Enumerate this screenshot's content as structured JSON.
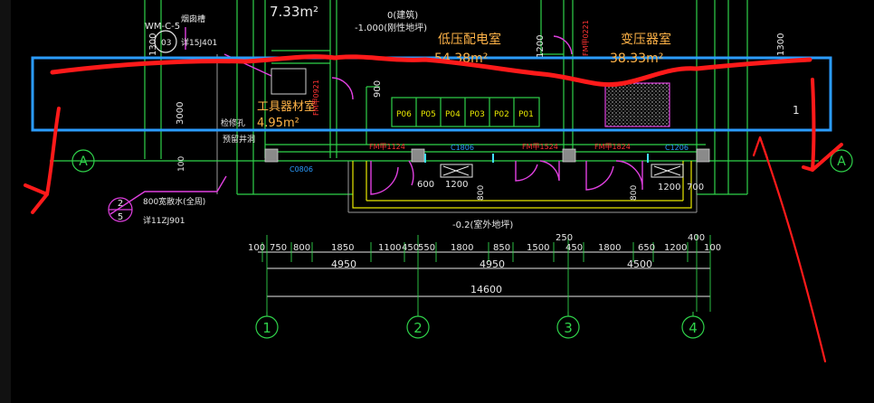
{
  "rooms": {
    "room_area_top": "7.33m²",
    "low_voltage": {
      "name": "低压配电室",
      "area": "54.38m²"
    },
    "transformer": {
      "name": "变压器室",
      "area": "38.33m²"
    },
    "tool_room": {
      "name": "工具器材室",
      "area": "4.95m²"
    }
  },
  "elevation": {
    "level_0": "0(建筑)",
    "level_minus1": "-1.000(刚性地坪)",
    "outdoor": "-0.2(室外地坪)"
  },
  "notes": {
    "wm_code": "WM-C-5",
    "wm_sub": "03",
    "wm_ref": "详15J401",
    "chimney": "烟囱槽",
    "inspection": "检修孔",
    "shaft": "预留井洞",
    "drain_title": "800宽散水(全周)",
    "detail_num": "2",
    "detail_den": "5",
    "detail_ref": "详11ZJ901"
  },
  "panels": [
    "P06",
    "P05",
    "P04",
    "P03",
    "P02",
    "P01"
  ],
  "doors": {
    "fm1": "FM甲1124",
    "fm2": "FM甲1524",
    "fm3": "FM甲1824",
    "fm_vert_left": "FM甲0921",
    "fm_vert_right": "FM甲0221",
    "c1": "C0806",
    "c2": "C1806",
    "c3": "C1206"
  },
  "dims": {
    "row1": [
      "100",
      "750",
      "800",
      "1850",
      "1100",
      "450",
      "550",
      "1800",
      "850",
      "1500",
      "450",
      "1800",
      "650",
      "1200",
      "100"
    ],
    "extra_250": "250",
    "extra_400": "400",
    "row2": [
      "4950",
      "4950",
      "4500"
    ],
    "total": "14600",
    "small": {
      "d600": "600",
      "d1200a": "1200",
      "d1200b": "1200",
      "d700": "700",
      "d800a": "800",
      "d800b": "800"
    },
    "vert": {
      "v1300a": "1300",
      "v3000": "3000",
      "v100": "100",
      "v900": "900",
      "v1200": "1200",
      "v1300b": "1300",
      "v1": "1"
    }
  },
  "axes": [
    "1",
    "2",
    "3",
    "4"
  ],
  "axis_a": "A",
  "colors": {
    "green": "#2fd24a",
    "yellow": "#e8e800",
    "magenta": "#e040e0",
    "red": "#ff1a1a",
    "blue": "#2b9cff",
    "white": "#e8e8e8",
    "gray": "#9a9a9a",
    "cyan": "#40e0ff"
  }
}
